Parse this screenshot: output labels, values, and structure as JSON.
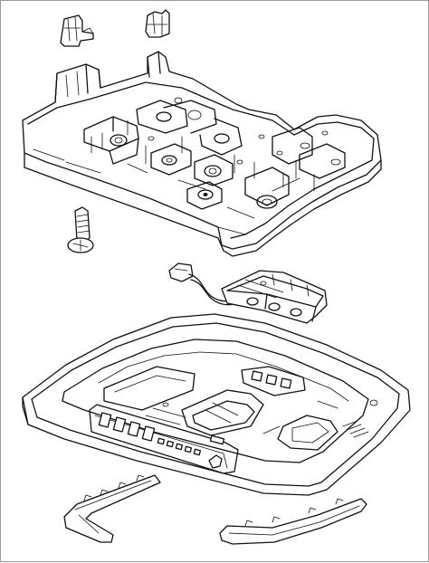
{
  "diagram": {
    "parts": [
      {
        "id": "clip-left"
      },
      {
        "id": "clip-right"
      },
      {
        "id": "console-bracket"
      },
      {
        "id": "mounting-screw"
      },
      {
        "id": "switch-module"
      },
      {
        "id": "overhead-console"
      },
      {
        "id": "trim-left"
      },
      {
        "id": "trim-right"
      }
    ]
  }
}
